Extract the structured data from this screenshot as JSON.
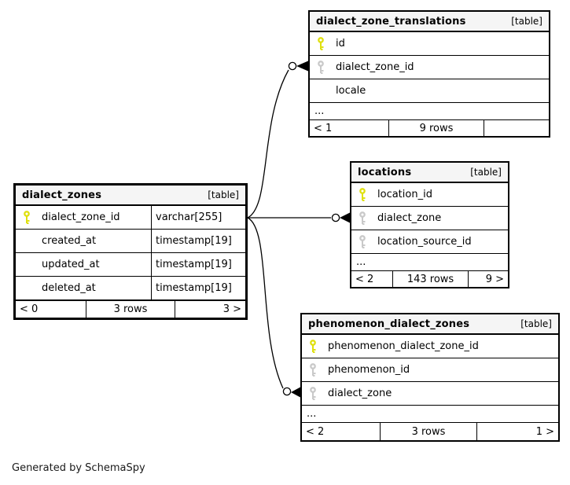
{
  "note": "Generated by SchemaSpy",
  "colors": {
    "header_bg": "#f5f5f5",
    "border": "#000000",
    "primary_key_icon": "#dfe00e",
    "foreign_key_icon": "#c9c9c9"
  },
  "tables": {
    "translations": {
      "name": "dialect_zone_translations",
      "tag": "[table]",
      "columns": [
        {
          "name": "id",
          "key": "pk"
        },
        {
          "name": "dialect_zone_id",
          "key": "fk"
        },
        {
          "name": "locale",
          "key": "none"
        }
      ],
      "more": "...",
      "footer": {
        "left": "< 1",
        "center": "9 rows",
        "right": ""
      }
    },
    "locations": {
      "name": "locations",
      "tag": "[table]",
      "columns": [
        {
          "name": "location_id",
          "key": "pk"
        },
        {
          "name": "dialect_zone",
          "key": "fk"
        },
        {
          "name": "location_source_id",
          "key": "fk"
        }
      ],
      "more": "...",
      "footer": {
        "left": "< 2",
        "center": "143 rows",
        "right": "9 >"
      }
    },
    "dialect_zones": {
      "name": "dialect_zones",
      "tag": "[table]",
      "columns": [
        {
          "name": "dialect_zone_id",
          "key": "pk",
          "type": "varchar[255]"
        },
        {
          "name": "created_at",
          "key": "none",
          "type": "timestamp[19]"
        },
        {
          "name": "updated_at",
          "key": "none",
          "type": "timestamp[19]"
        },
        {
          "name": "deleted_at",
          "key": "none",
          "type": "timestamp[19]"
        }
      ],
      "footer": {
        "left": "< 0",
        "center": "3 rows",
        "right": "3 >"
      }
    },
    "phenomenon": {
      "name": "phenomenon_dialect_zones",
      "tag": "[table]",
      "columns": [
        {
          "name": "phenomenon_dialect_zone_id",
          "key": "pk"
        },
        {
          "name": "phenomenon_id",
          "key": "fk"
        },
        {
          "name": "dialect_zone",
          "key": "fk"
        }
      ],
      "more": "...",
      "footer": {
        "left": "< 2",
        "center": "3 rows",
        "right": "1 >"
      }
    }
  },
  "relationships": [
    {
      "from": "dialect_zones.dialect_zone_id",
      "to": "dialect_zone_translations.dialect_zone_id"
    },
    {
      "from": "dialect_zones.dialect_zone_id",
      "to": "locations.dialect_zone"
    },
    {
      "from": "dialect_zones.dialect_zone_id",
      "to": "phenomenon_dialect_zones.dialect_zone"
    }
  ]
}
